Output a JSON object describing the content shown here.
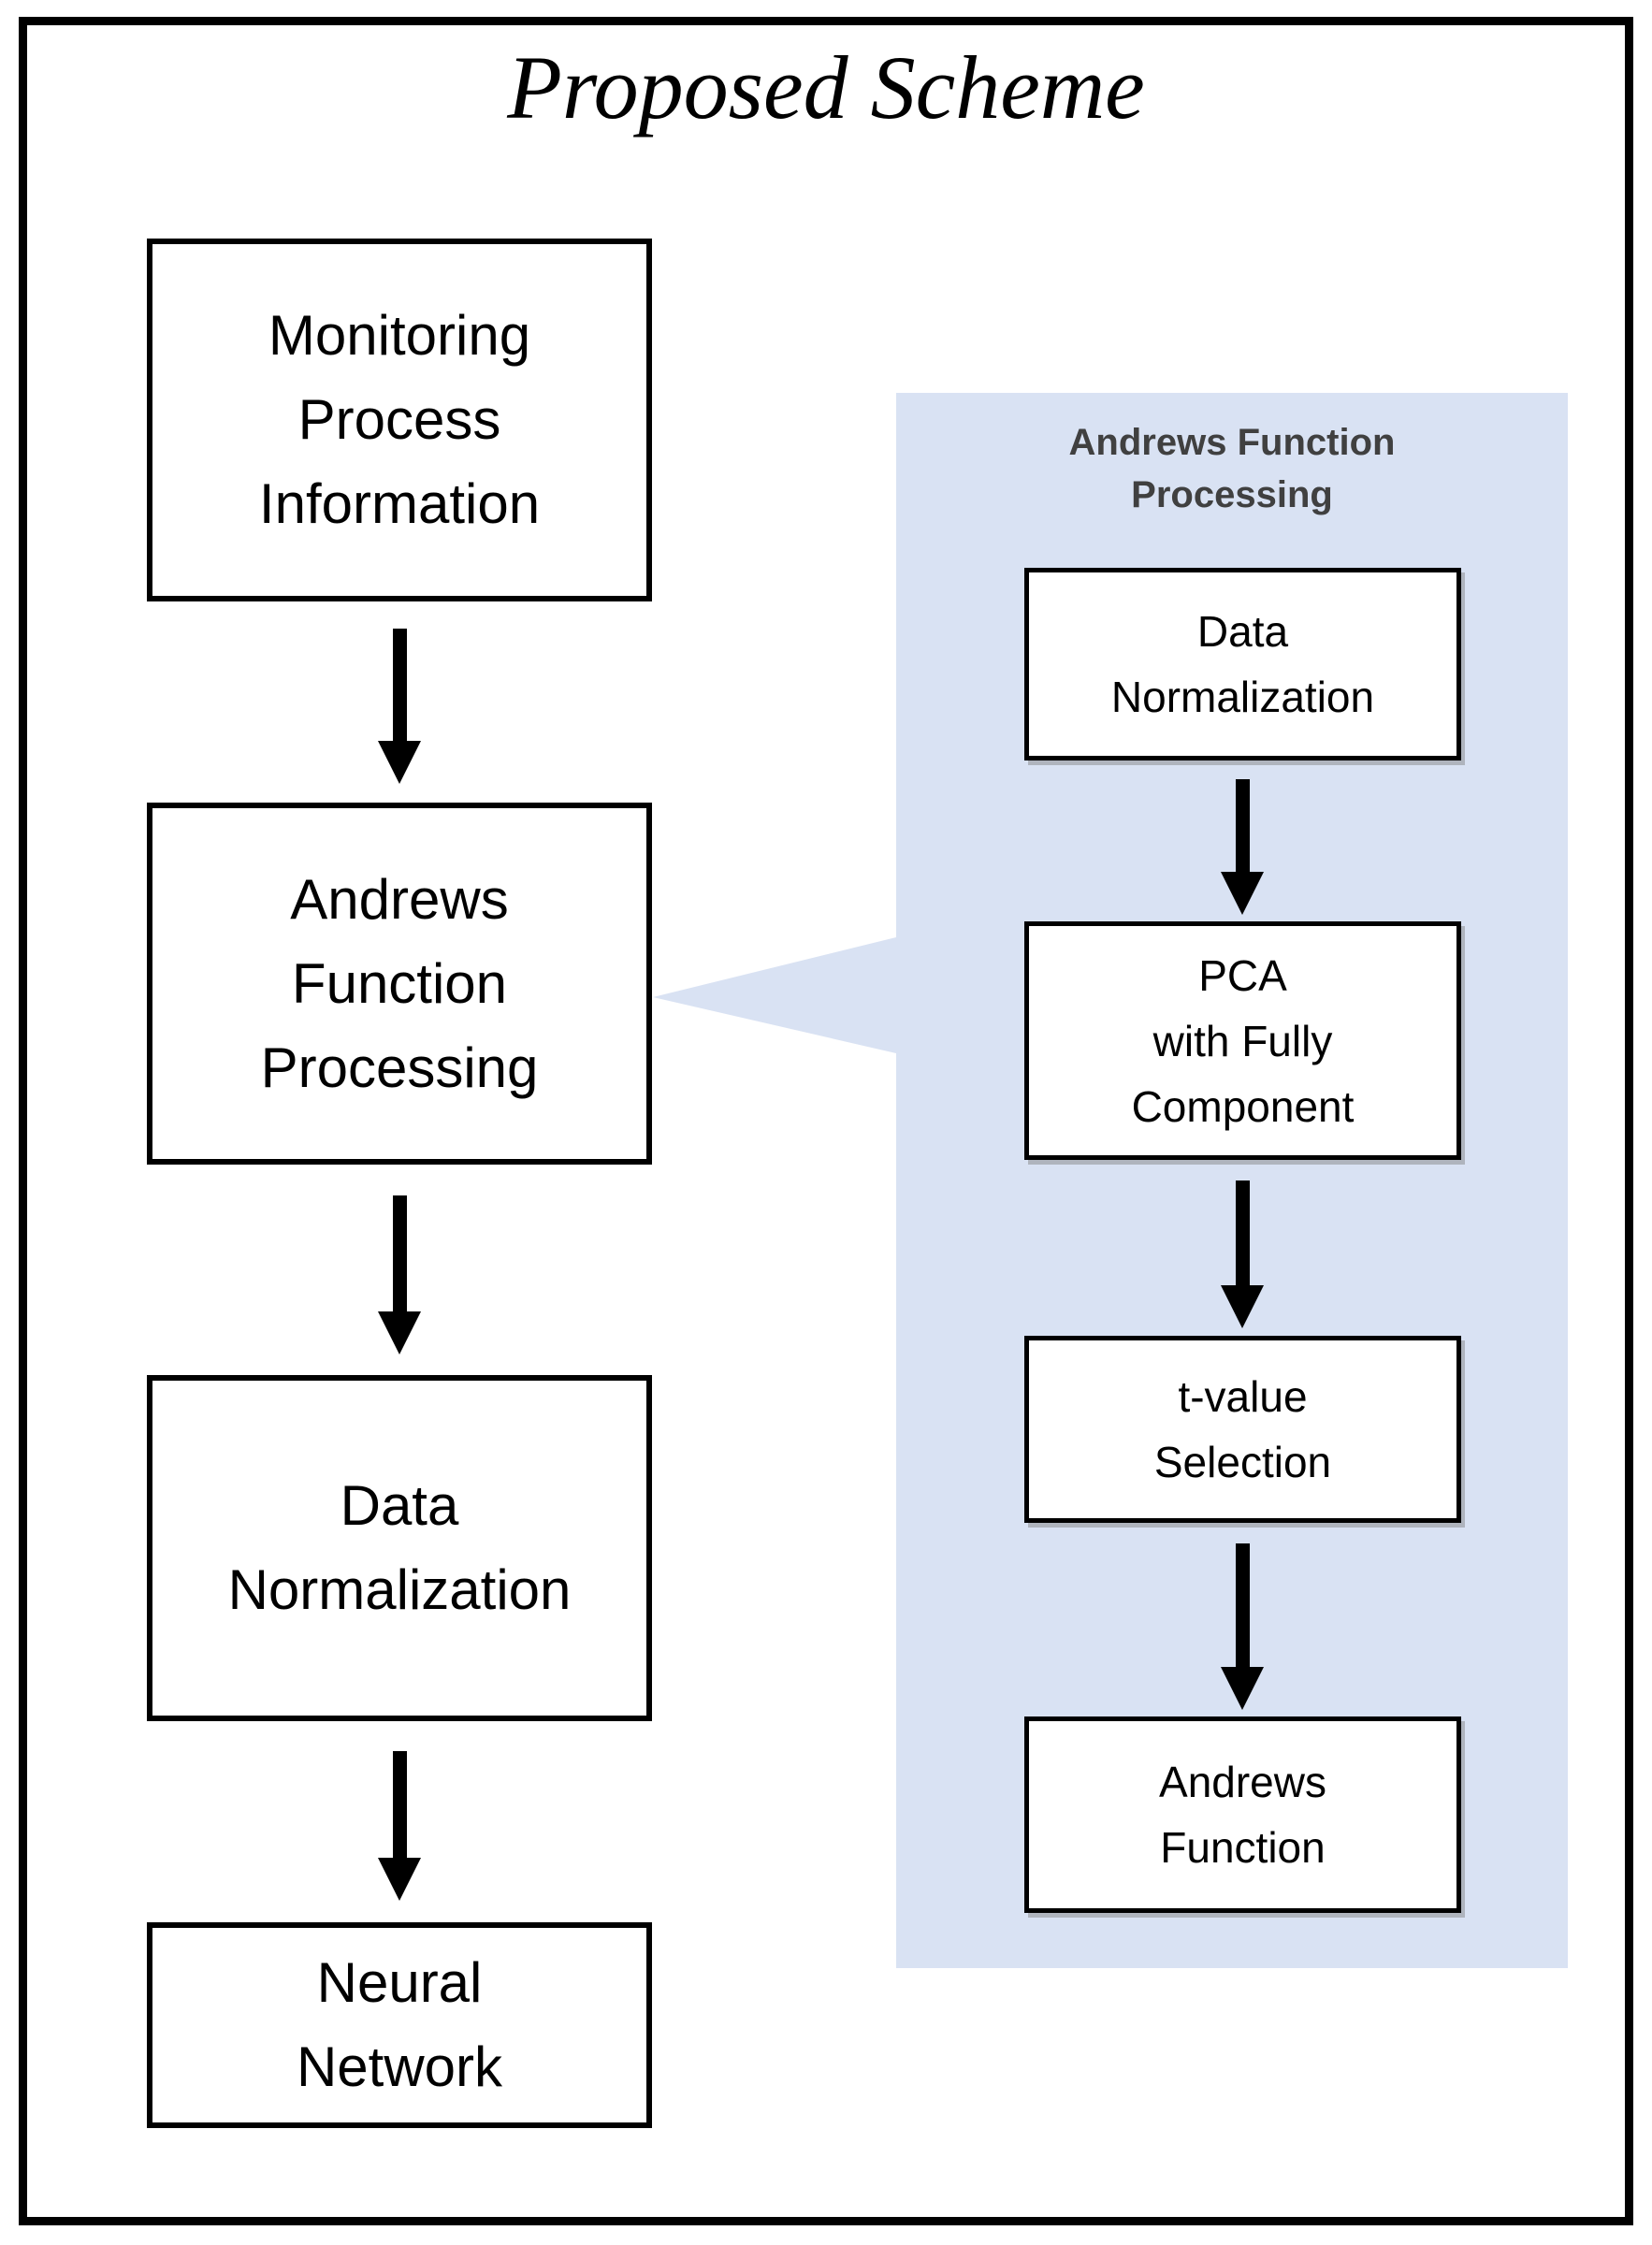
{
  "title": "Proposed Scheme",
  "colors": {
    "panel_bg": "#d9e2f3",
    "panel_title_text": "#404040",
    "box_bg": "#ffffff",
    "box_border": "#000000",
    "arrow": "#000000",
    "outer_border": "#000000"
  },
  "main_flow": {
    "boxes": [
      {
        "label": "Monitoring\nProcess\nInformation"
      },
      {
        "label": "Andrews\nFunction\nProcessing"
      },
      {
        "label": "Data\nNormalization"
      },
      {
        "label": "Neural\nNetwork"
      }
    ]
  },
  "callout_panel": {
    "title": "Andrews Function\nProcessing",
    "boxes": [
      {
        "label": "Data\nNormalization"
      },
      {
        "label": "PCA\nwith Fully\nComponent"
      },
      {
        "label": "t-value\nSelection"
      },
      {
        "label": "Andrews\nFunction"
      }
    ]
  }
}
